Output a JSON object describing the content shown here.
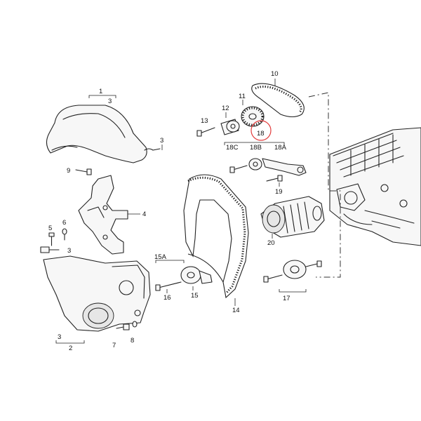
{
  "colors": {
    "line": "#222222",
    "highlight": "#e23b3b",
    "background": "#ffffff"
  },
  "callouts": {
    "c1": "1",
    "c2": "2",
    "c3_top": "3",
    "c3_clip": "3",
    "c3_screw": "3",
    "c3_bottom": "3",
    "c4": "4",
    "c5": "5",
    "c6": "6",
    "c7": "7",
    "c8": "8",
    "c9": "9",
    "c10": "10",
    "c11": "11",
    "c12": "12",
    "c13": "13",
    "c14": "14",
    "c15": "15",
    "c15a": "15A",
    "c16": "16",
    "c17": "17",
    "c18": "18",
    "c18a": "18A",
    "c18b": "18B",
    "c18c": "18C",
    "c19": "19",
    "c20": "20"
  },
  "highlighted_part": "18"
}
